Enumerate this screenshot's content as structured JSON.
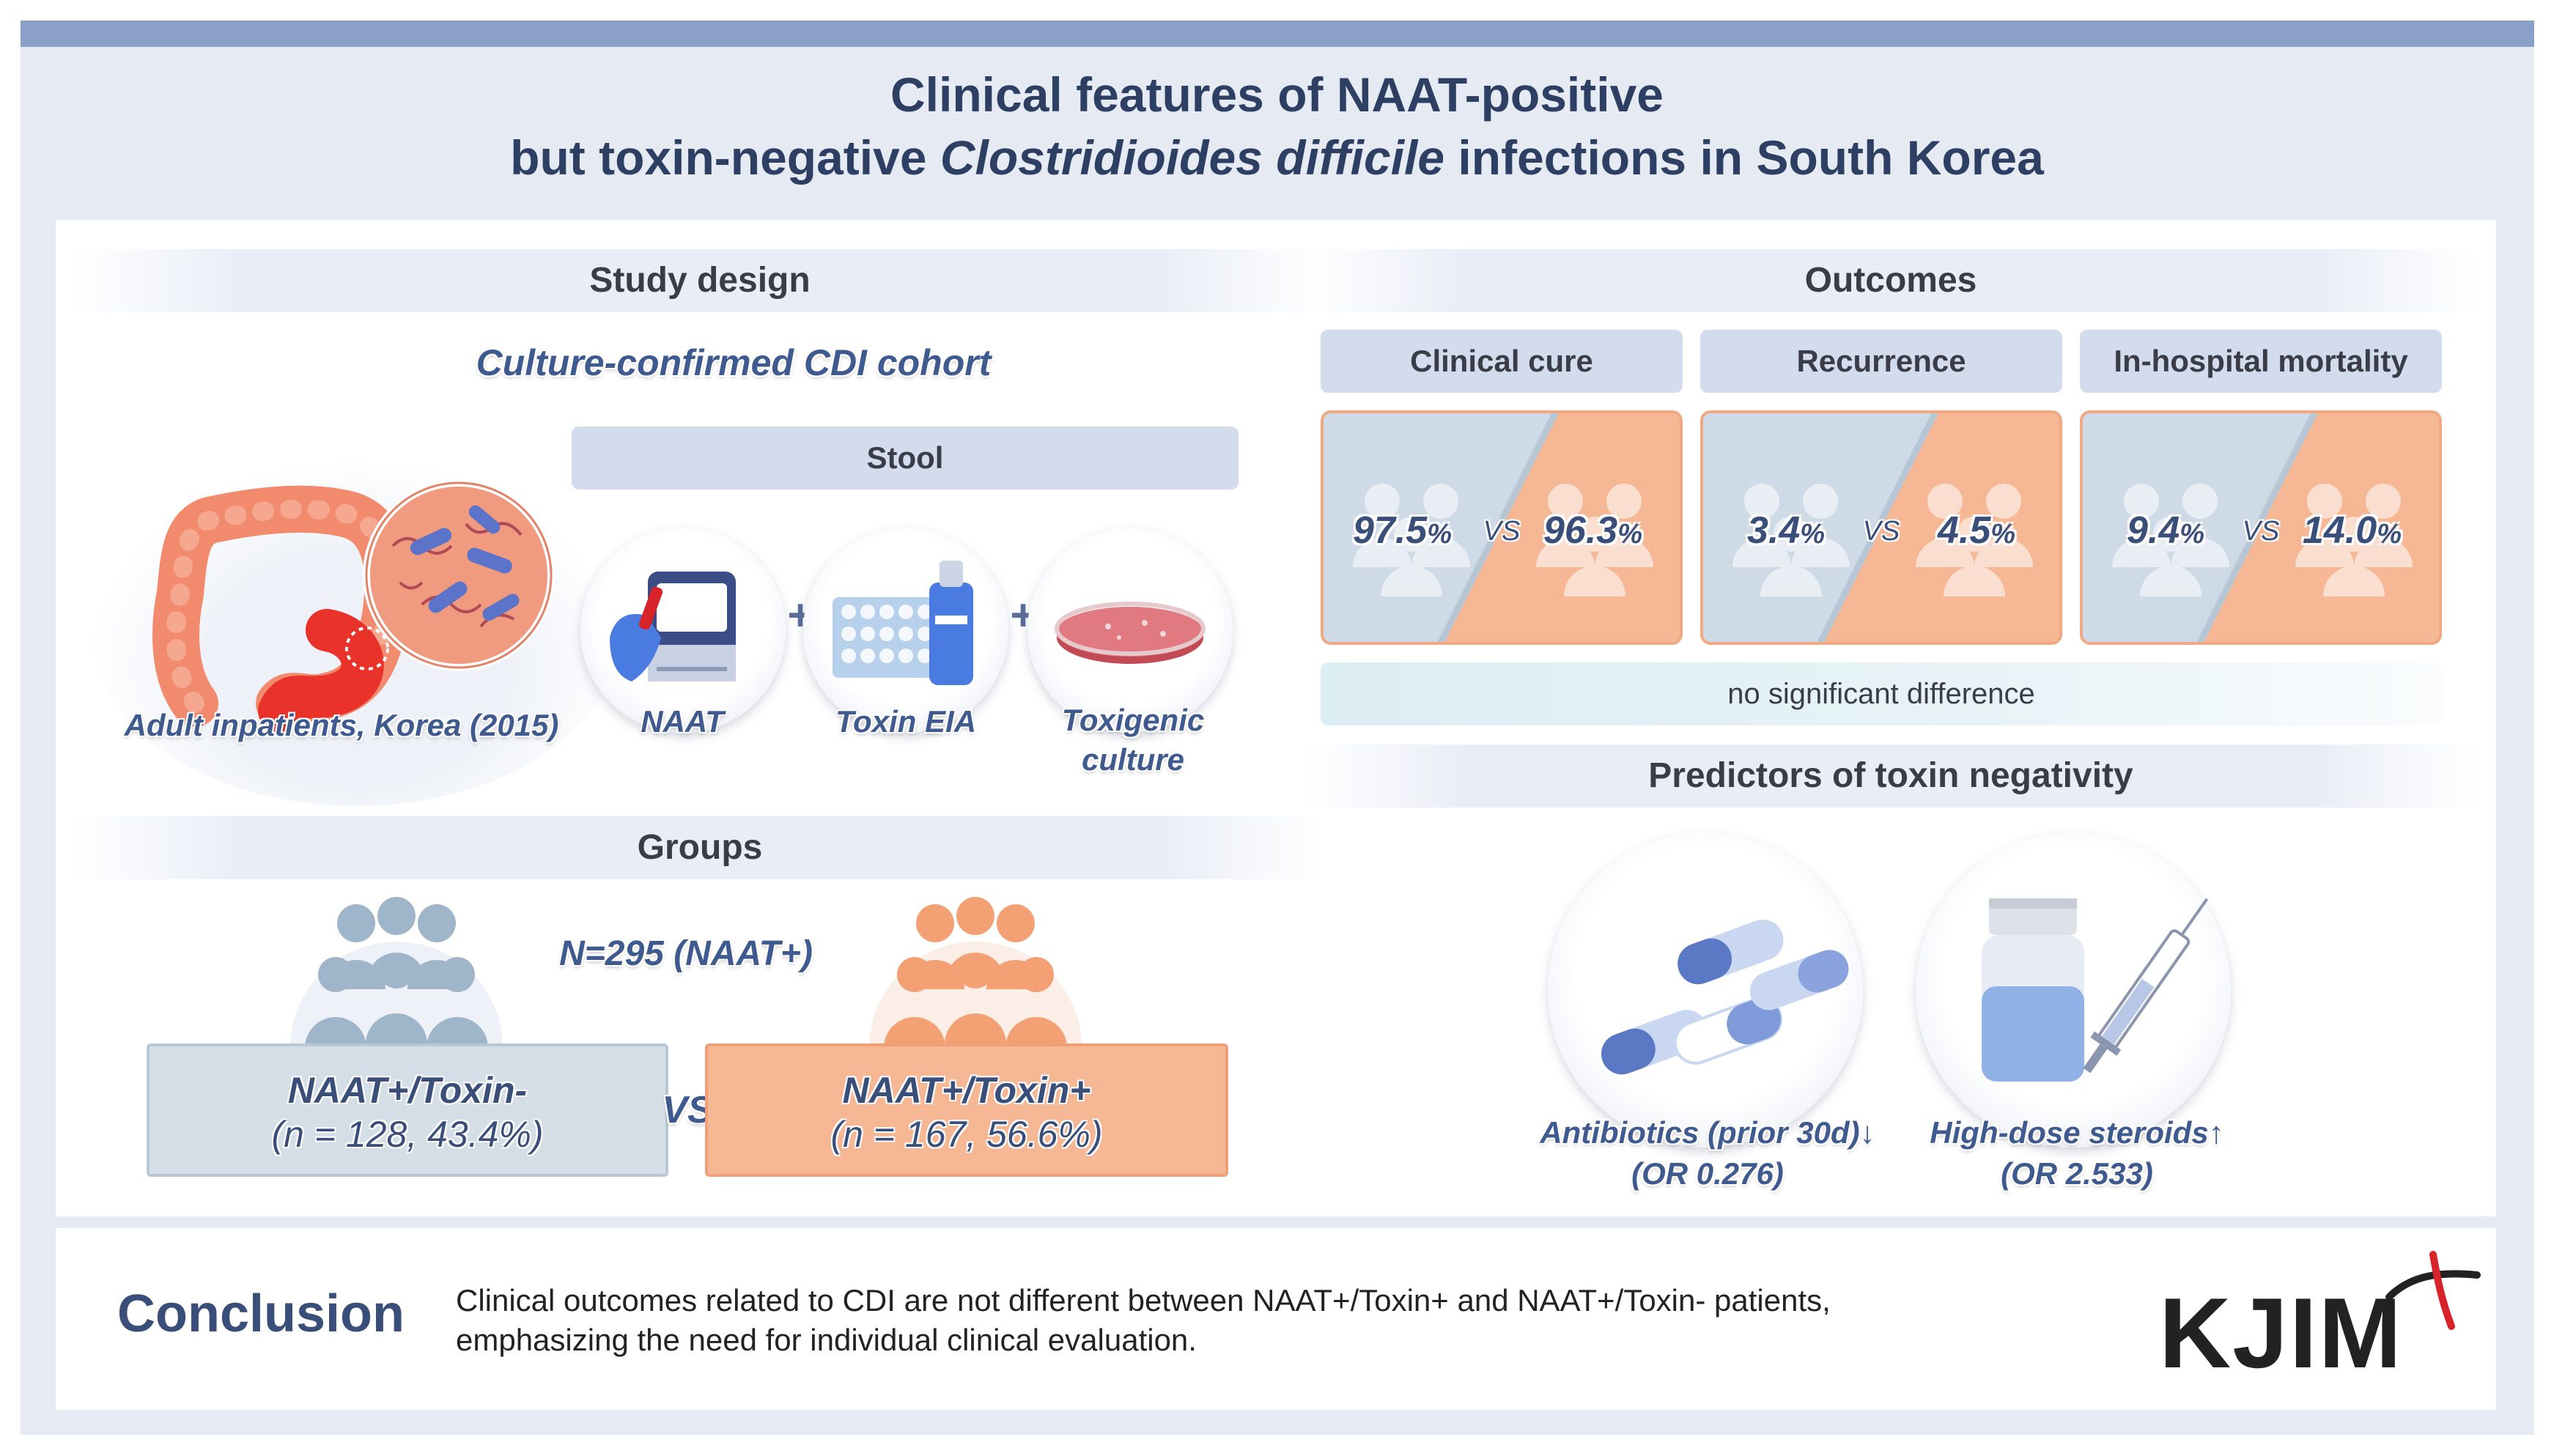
{
  "title": {
    "line1": "Clinical features of NAAT-positive",
    "line2_pre": "but toxin-negative ",
    "line2_italic": "Clostridioides difficile",
    "line2_post": " infections in South Korea"
  },
  "study_design": {
    "heading": "Study design",
    "cohort": "Culture-confirmed CDI cohort",
    "population": "Adult inpatients, Korea (2015)",
    "stool": "Stool",
    "tests": [
      "NAAT",
      "Toxin EIA",
      "Toxigenic",
      "culture"
    ],
    "plus": "+"
  },
  "groups": {
    "heading": "Groups",
    "total": "N=295 (NAAT+)",
    "vs": "VS",
    "neg_label": "NAAT+/Toxin-",
    "neg_detail": "(n = 128, 43.4%)",
    "pos_label": "NAAT+/Toxin+",
    "pos_detail": "(n = 167, 56.6%)"
  },
  "outcomes": {
    "heading": "Outcomes",
    "vs": "VS",
    "pct": "%",
    "items": [
      {
        "label": "Clinical cure",
        "neg": "97.5",
        "pos": "96.3"
      },
      {
        "label": "Recurrence",
        "neg": "3.4",
        "pos": "4.5"
      },
      {
        "label": "In-hospital mortality",
        "neg": "9.4",
        "pos": "14.0"
      }
    ],
    "note": "no significant difference"
  },
  "predictors": {
    "heading": "Predictors of toxin negativity",
    "items": [
      {
        "label": "Antibiotics (prior 30d)",
        "arrow": "↓",
        "or": "(OR 0.276)",
        "icon": "capsules-icon"
      },
      {
        "label": "High-dose steroids",
        "arrow": "↑",
        "or": "(OR 2.533)",
        "icon": "vial-syringe-icon"
      }
    ]
  },
  "conclusion": {
    "heading": "Conclusion",
    "line1": "Clinical outcomes related to CDI are not different between NAAT+/Toxin+ and NAAT+/Toxin- patients,",
    "line2": "emphasizing the need for individual clinical evaluation."
  },
  "logo": "KJIM",
  "colors": {
    "navy": "#2d3f63",
    "toxin_neg": "#cedae5",
    "toxin_pos": "#f6b795",
    "logo_red": "#d8232a"
  }
}
